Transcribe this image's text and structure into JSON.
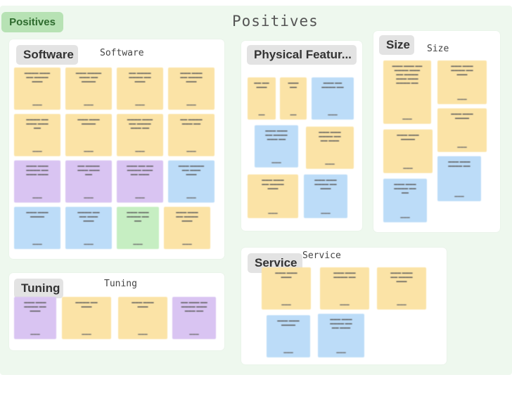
{
  "board": {
    "tag": "Positives",
    "title": "Positives"
  },
  "colors": {
    "yellow": "#fbe3a6",
    "purple": "#d9c4f2",
    "blue": "#bcdcf8",
    "green": "#c6eec2",
    "board_bg": "#eef8ee",
    "tag_green": "#b7e2b4"
  },
  "sections": {
    "software": {
      "tag": "Software",
      "title": "Software"
    },
    "physical": {
      "tag": "Physical Featur..."
    },
    "size": {
      "tag": "Size",
      "title": "Size"
    },
    "tuning": {
      "tag": "Tuning",
      "title": "Tuning"
    },
    "service": {
      "tag": "Service",
      "title": "Service"
    }
  }
}
